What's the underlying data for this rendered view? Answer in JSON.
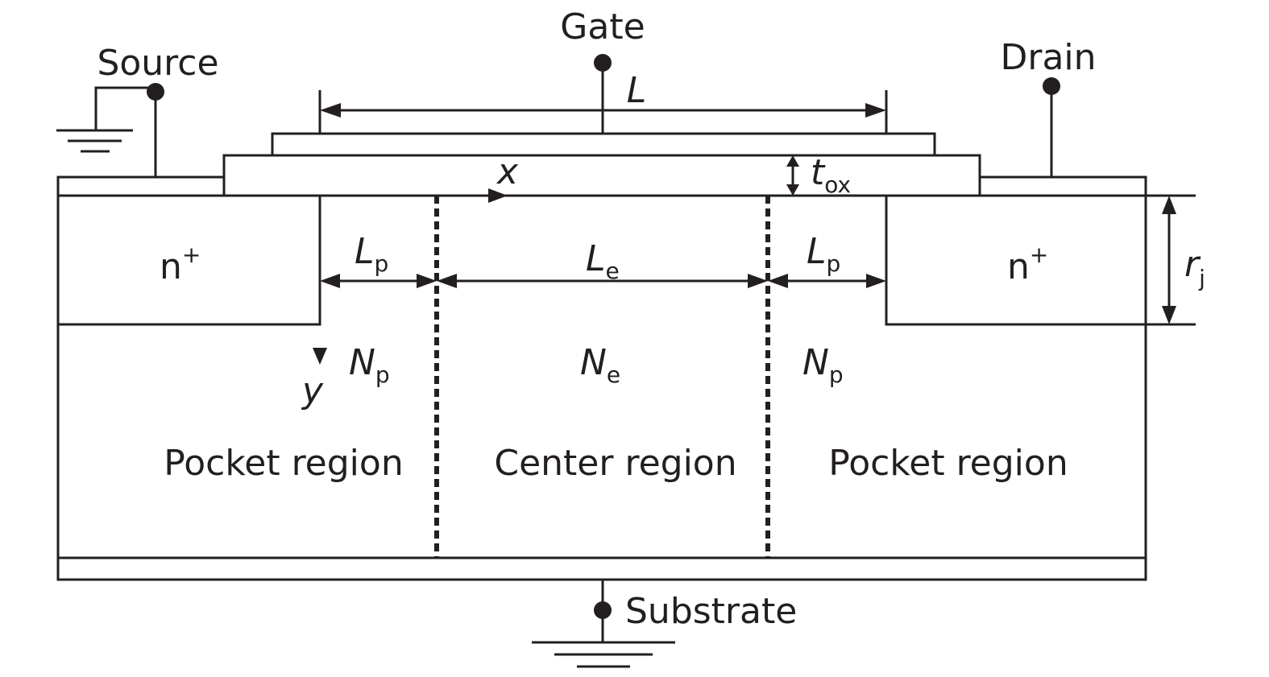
{
  "terminals": {
    "gate": "Gate",
    "source": "Source",
    "drain": "Drain",
    "substrate": "Substrate"
  },
  "dimensions": {
    "gate_length": "L",
    "oxide_thickness": {
      "main": "t",
      "sub": "ox"
    },
    "junction_depth": {
      "main": "r",
      "sub": "j"
    },
    "pocket_length_left": {
      "main": "L",
      "sub": "p"
    },
    "center_length": {
      "main": "L",
      "sub": "e"
    },
    "pocket_length_right": {
      "main": "L",
      "sub": "p"
    }
  },
  "axes": {
    "x": "x",
    "y": "y"
  },
  "regions": {
    "left_diffusion": {
      "main": "n",
      "sup": "+"
    },
    "right_diffusion": {
      "main": "n",
      "sup": "+"
    },
    "left_doping": {
      "main": "N",
      "sub": "p"
    },
    "center_doping": {
      "main": "N",
      "sub": "e"
    },
    "right_doping": {
      "main": "N",
      "sub": "p"
    },
    "left_pocket_label": "Pocket region",
    "center_label": "Center region",
    "right_pocket_label": "Pocket region"
  }
}
